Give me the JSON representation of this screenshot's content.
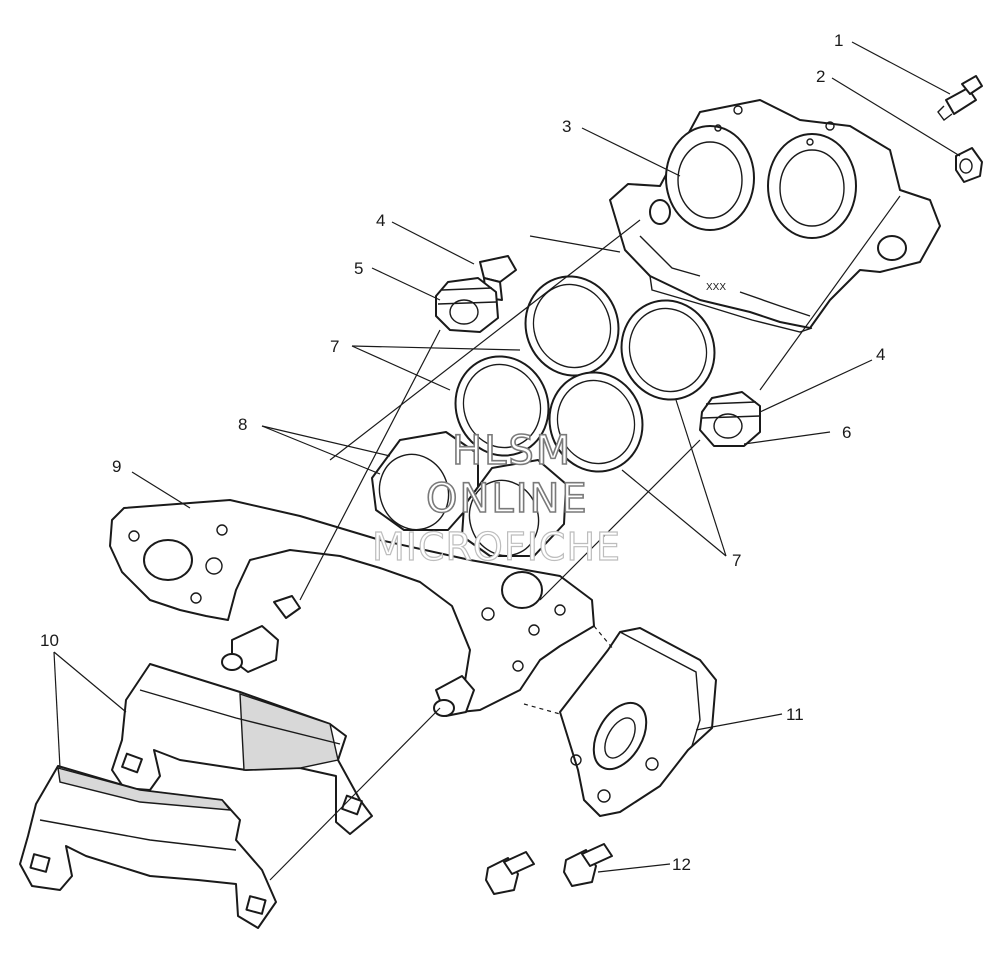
{
  "diagram": {
    "callouts": [
      {
        "id": "c1",
        "label": "1"
      },
      {
        "id": "c2",
        "label": "2"
      },
      {
        "id": "c3",
        "label": "3"
      },
      {
        "id": "c4a",
        "label": "4"
      },
      {
        "id": "c5",
        "label": "5"
      },
      {
        "id": "c7a",
        "label": "7"
      },
      {
        "id": "c4b",
        "label": "4"
      },
      {
        "id": "c8",
        "label": "8"
      },
      {
        "id": "c6",
        "label": "6"
      },
      {
        "id": "c9",
        "label": "9"
      },
      {
        "id": "c7b",
        "label": "7"
      },
      {
        "id": "c10",
        "label": "10"
      },
      {
        "id": "c11",
        "label": "11"
      },
      {
        "id": "c12",
        "label": "12"
      }
    ],
    "caliper_stamp": "XXX"
  },
  "watermark": {
    "line1": "HLSM",
    "line2": "ONLINE",
    "line3": "MICROFICHE"
  }
}
